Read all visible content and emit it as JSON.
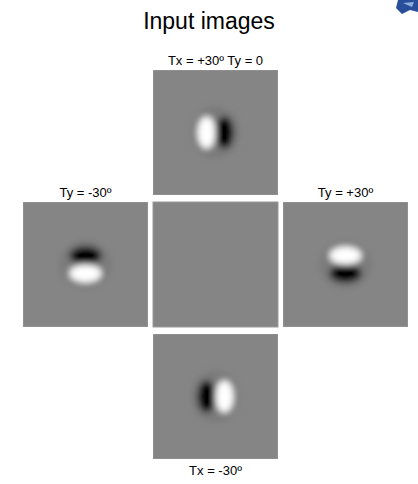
{
  "diagram": {
    "title": "Input images",
    "nodes": [
      {
        "text": [
          "Tx = +30º Ty = 0"
        ]
      },
      {
        "text": [
          "Ty = -30º"
        ]
      },
      {
        "text": [
          "Ty = +30º"
        ]
      },
      {
        "text": [
          "Tx = -30º"
        ]
      }
    ]
  }
}
